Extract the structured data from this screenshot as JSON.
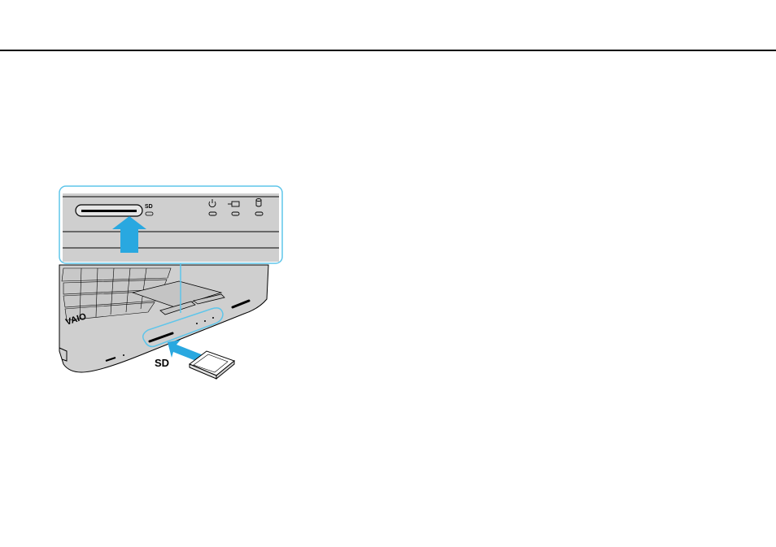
{
  "illustration": {
    "zoom_slot_label": "SD",
    "card_callout_label": "SD",
    "logo_text": "VAIO"
  },
  "colors": {
    "accent_cyan": "#29a8e0",
    "highlight_cyan": "#5ec5ea",
    "laptop_body": "#cfcfcf",
    "outline": "#000000"
  }
}
